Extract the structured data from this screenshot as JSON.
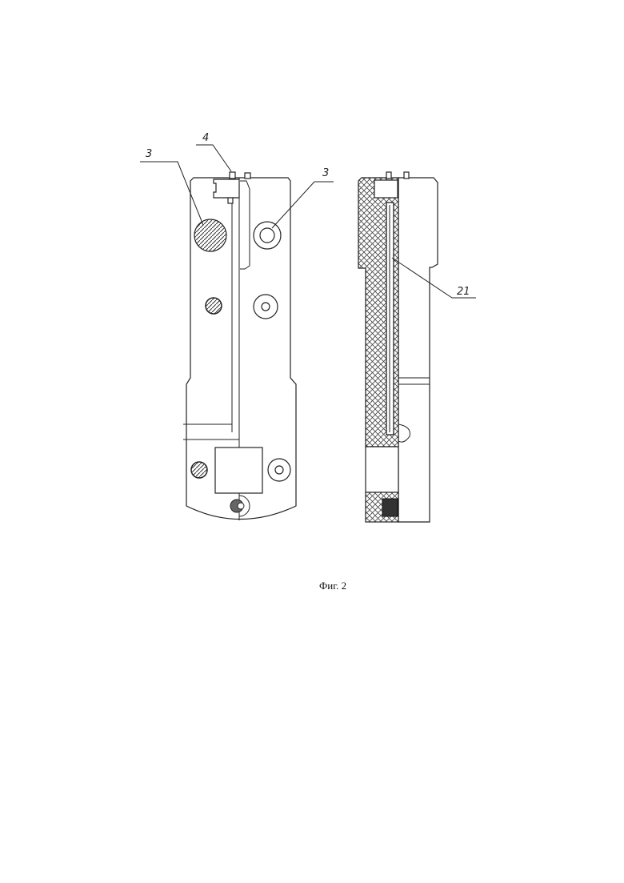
{
  "figure": {
    "caption": "Фиг. 2",
    "labels": {
      "left_bolt": "3",
      "top_pin": "4",
      "right_hole": "3",
      "slot": "21"
    }
  }
}
